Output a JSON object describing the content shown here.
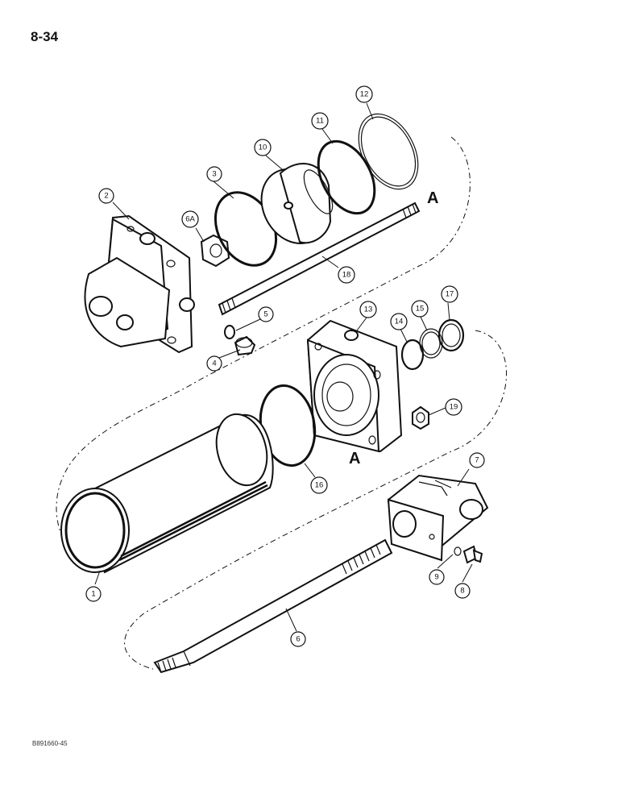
{
  "page_number": "8-34",
  "figure_code": "B891660-45",
  "reference_letters": [
    "A",
    "A"
  ],
  "callouts": [
    "1",
    "2",
    "3",
    "4",
    "5",
    "6",
    "6A",
    "7",
    "8",
    "9",
    "10",
    "11",
    "12",
    "13",
    "14",
    "15",
    "16",
    "17",
    "18",
    "19"
  ]
}
